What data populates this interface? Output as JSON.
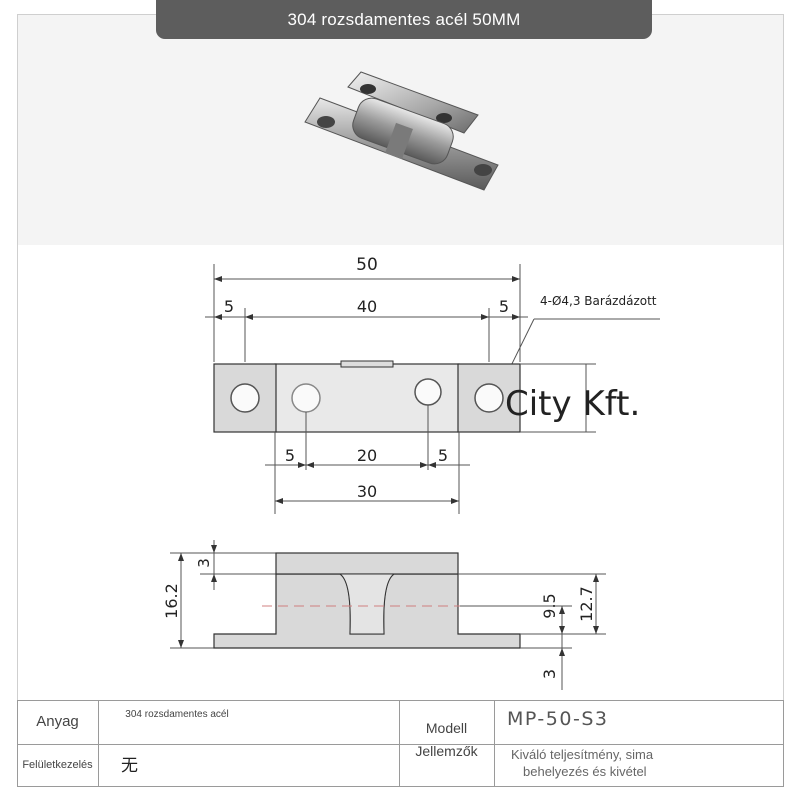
{
  "banner": {
    "title": "304 rozsdamentes acél 50MM"
  },
  "drawing": {
    "top_view": {
      "overall": "50",
      "left_margin": "5",
      "middle": "40",
      "right_margin": "5",
      "hole_note": "4-Ø4,3 Barázdázott",
      "lower_left": "5",
      "lower_middle": "20",
      "lower_right": "5",
      "base_width": "30"
    },
    "side_view": {
      "top_thickness": "3",
      "total_height": "16.2",
      "inner_height": "9.5",
      "upper_height": "12.7",
      "bottom_thickness": "3"
    },
    "watermark": "City Kft."
  },
  "spec_table": {
    "material_label": "Anyag",
    "material_value": "304 rozsdamentes acél",
    "surface_label": "Felületkezelés",
    "surface_value": "无",
    "model_label": "Modell",
    "model_value": "MP-50-S3",
    "features_label": "Jellemzők",
    "features_value_line1": "Kiváló teljesítmény, sima",
    "features_value_line2": "behelyezés és kivétel"
  },
  "colors": {
    "banner": "#5d5d5d",
    "photo_background": "#f4f4f4",
    "part_fill": "#d9d9d9"
  }
}
